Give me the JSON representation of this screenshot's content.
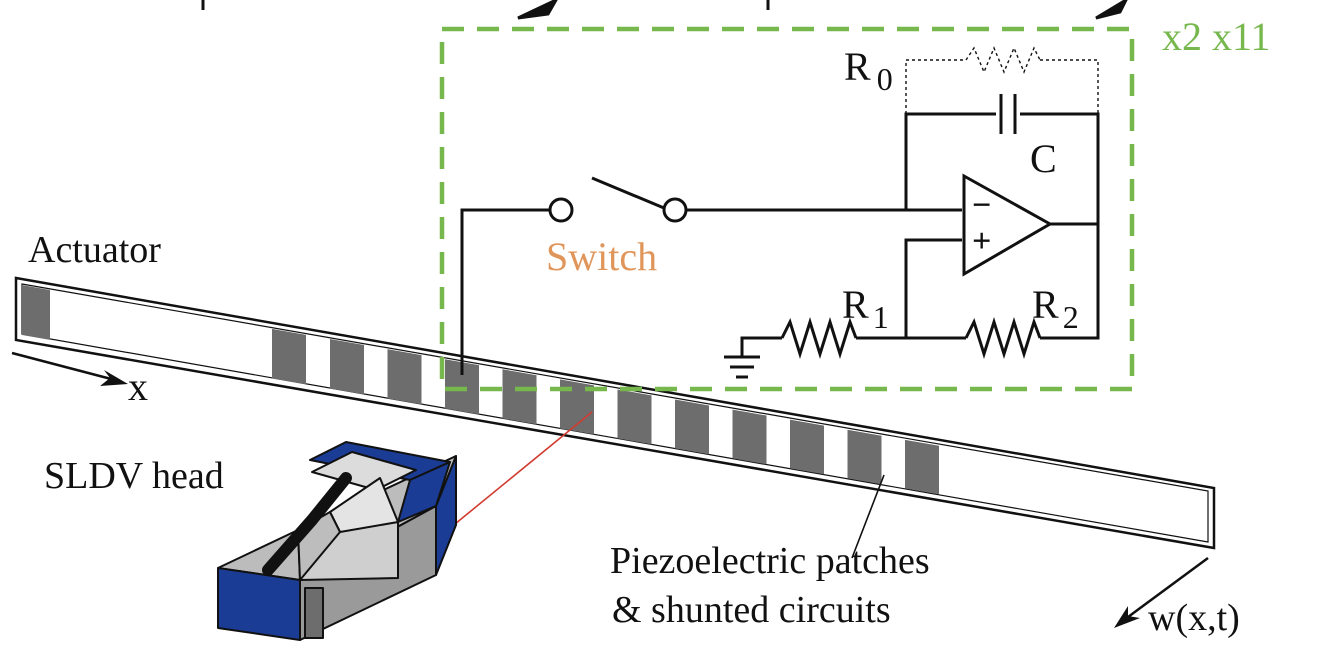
{
  "labels": {
    "multiplier": "x2 x11",
    "r0": "R",
    "r0_sub": "0",
    "capacitor": "C",
    "switch": "Switch",
    "r1": "R",
    "r1_sub": "1",
    "r2": "R",
    "r2_sub": "2",
    "actuator": "Actuator",
    "x_axis": "x",
    "sldv": "SLDV head",
    "patches_line1": "Piezoelectric patches",
    "patches_line2": "& shunted circuits",
    "deflection": "w(x,t)",
    "opamp_minus": "−",
    "opamp_plus": "+"
  },
  "colors": {
    "dashed_box": "#77b84e",
    "switch_label": "#e0965a",
    "laser": "#d23b2f",
    "patch": "#6d6d6d",
    "sldv_blue": "#1b3c94"
  }
}
